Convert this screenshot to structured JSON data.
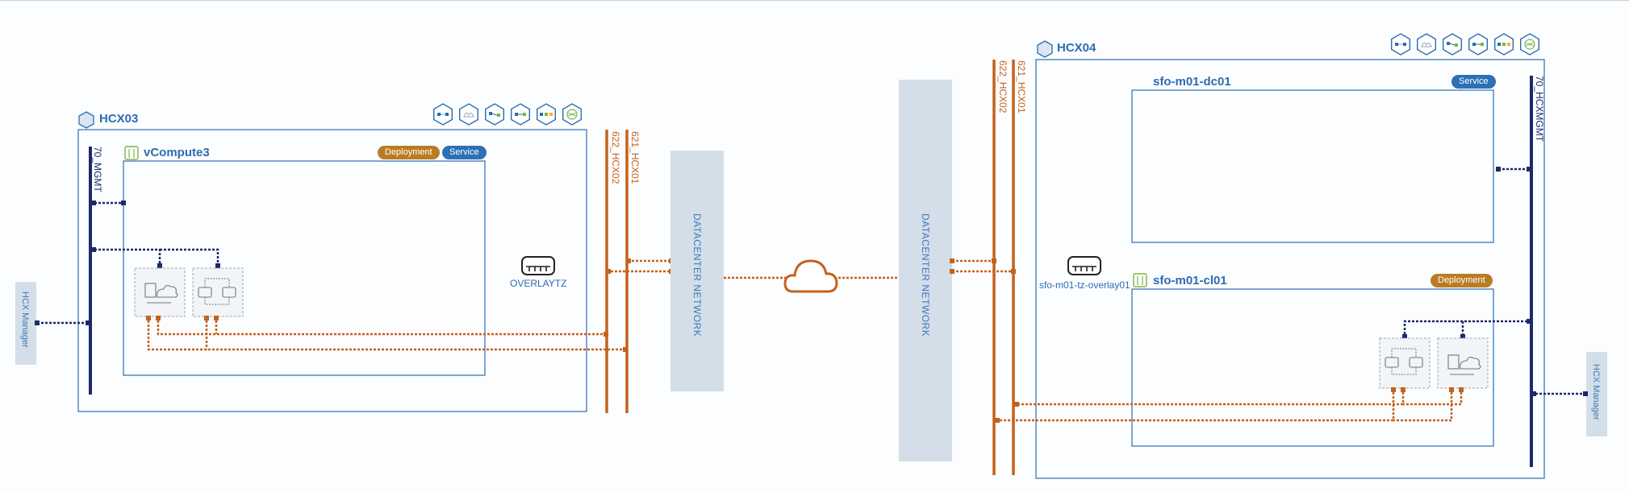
{
  "colors": {
    "frame": "#2b6cb0",
    "mgmt": "#1b2a6b",
    "network": "#c4621c",
    "deployment": "#b87d24",
    "service": "#2c70b6",
    "panel": "#d3dee8"
  },
  "left_site": {
    "name": "HCX03",
    "cluster": {
      "name": "vCompute3",
      "badges": {
        "deployment": "Deployment",
        "service": "Service"
      }
    },
    "mgmt_network": "70_MGMT",
    "networks": [
      "622_HCX02",
      "621_HCX01"
    ],
    "transport_zone": "OVERLAYTZ",
    "hcx_manager": "HCX Manager",
    "service_icons": [
      "interconnect-icon",
      "wan-opt-icon",
      "network-extension-icon",
      "network-extension-ha-icon",
      "service-mesh-icon",
      "globe-icon"
    ]
  },
  "right_site": {
    "name": "HCX04",
    "datacenter_cluster": {
      "name": "sfo-m01-dc01",
      "badge": "Service"
    },
    "cluster": {
      "name": "sfo-m01-cl01",
      "badge": "Deployment"
    },
    "mgmt_network": "70_HCXMGMT",
    "networks": [
      "622_HCX02",
      "621_HCX01"
    ],
    "transport_zone": "sfo-m01-tz-overlay01",
    "hcx_manager": "HCX Manager",
    "service_icons": [
      "interconnect-icon",
      "wan-opt-icon",
      "network-extension-icon",
      "network-extension-ha-icon",
      "service-mesh-icon",
      "globe-icon"
    ]
  },
  "datacenter_network_left": "DATACENTER NETWORK",
  "datacenter_network_right": "DATACENTER NETWORK",
  "cloud_icon": "cloud-icon"
}
